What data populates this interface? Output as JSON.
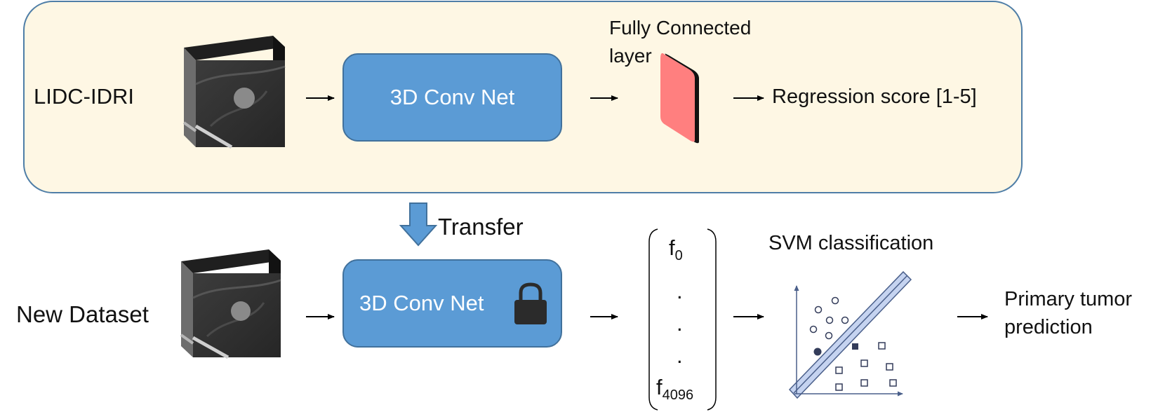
{
  "top": {
    "dataset_label": "LIDC-IDRI",
    "network_label": "3D Conv Net",
    "fc_label_line1": "Fully Connected",
    "fc_label_line2": "layer",
    "output_label": "Regression score [1-5]"
  },
  "transfer": {
    "label": "Transfer"
  },
  "bottom": {
    "dataset_label": "New Dataset",
    "network_label": "3D Conv Net",
    "lock_icon": "lock-icon",
    "feature_vector": {
      "first": "f",
      "first_sub": "0",
      "dot": ".",
      "last": "f",
      "last_sub": "4096"
    },
    "svm_title": "SVM classification",
    "output_line1": "Primary tumor",
    "output_line2": "prediction"
  },
  "colors": {
    "panel_fill": "#fef7e4",
    "panel_border": "#4f7ea7",
    "net_fill": "#5b9bd5",
    "fc_fill": "#ff7f7f",
    "svm_band": "#c5d3f0"
  }
}
